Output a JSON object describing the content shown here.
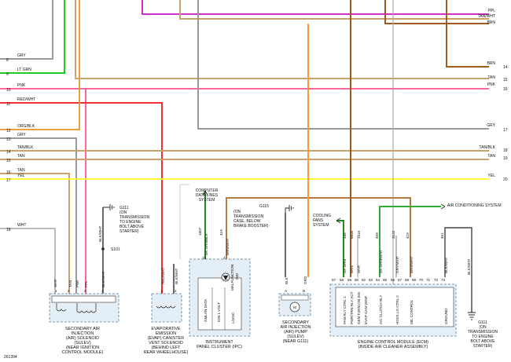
{
  "diagram_id": "261394",
  "colors": {
    "PPL": "#cc33cc",
    "TAN/WHT": "#c9a26c",
    "BRN": "#a05a1c",
    "GRY": "#999999",
    "LT GRN": "#22cc22",
    "TAN": "#c9a26c",
    "PNK": "#ff6699",
    "RED/WHT": "#ee3333",
    "ORG/BLK": "#e8a040",
    "TAN/BLK": "#c9a26c",
    "YEL": "#ffff33",
    "WHT": "#bbbbbb",
    "BLK": "#444444",
    "DK GRN": "#228822",
    "BRN/WHT": "#b47a40",
    "DK GRN/WHT": "#33aa33",
    "ORG": "#ff9933"
  },
  "connector_labels": {
    "top": [
      "PPL",
      "TAN/WHT",
      "BRN"
    ],
    "left": [
      {
        "pin": "8",
        "color": "GRY"
      },
      {
        "pin": "9",
        "color": "LT GRN"
      },
      {
        "pin": "10",
        "color": "PNK"
      },
      {
        "pin": "11",
        "color": "RED/WHT"
      },
      {
        "pin": "12",
        "color": "ORG/BLK"
      },
      {
        "pin": "13",
        "color": "GRY"
      },
      {
        "pin": "14",
        "color": "TAN/BLK"
      },
      {
        "pin": "15",
        "color": "TAN"
      },
      {
        "pin": "16",
        "color": "TAN"
      },
      {
        "pin": "17",
        "color": "YEL"
      },
      {
        "pin": "18",
        "color": "WHT"
      }
    ],
    "right": [
      {
        "pin": "14",
        "color": "BRN"
      },
      {
        "pin": "15",
        "color": "TAN"
      },
      {
        "pin": "16",
        "color": "PNK"
      },
      {
        "pin": "17",
        "color": "GRY"
      },
      {
        "pin": "18",
        "color": "TAN/BLK"
      },
      {
        "pin": "19",
        "color": "TAN"
      },
      {
        "pin": "20",
        "color": "YEL"
      }
    ]
  },
  "grounds": {
    "g111_top": [
      "G111",
      "(ON",
      "TRANSMISSION",
      "TO ENGINE",
      "BOLT ABOVE",
      "STARTER)"
    ],
    "g115": [
      "G115",
      "(ON",
      "TRANSMISSION",
      "CASE, BELOW",
      "BRAKE BOOSTER)"
    ],
    "g111_bottom": [
      "G111",
      "(ON",
      "TRANSMISSION",
      "TO ENGINE",
      "BOLT ABOVE",
      "STARTER)"
    ]
  },
  "splice": "S101",
  "notes": {
    "computer_data": [
      "COMPUTER",
      "DATA LINES",
      "SYSTEM"
    ],
    "cooling_fans": [
      "COOLING",
      "FANS",
      "SYSTEM"
    ],
    "air_conditioning": "AIR CONDITIONING SYSTEM"
  },
  "components": {
    "sair_solenoid": {
      "caption": [
        "SECONDARY AIR",
        "INJECTION",
        "(AIR) SOLENOID",
        "(SULEV)",
        "(NEAR IGNITION",
        "CONTROL MODULE)"
      ],
      "pins": [
        "1",
        "2",
        "3",
        "4"
      ],
      "wires": [
        "WHT",
        "TAN",
        "PNK",
        "PPL",
        "BLK/WHT"
      ]
    },
    "evap_solenoid": {
      "caption": [
        "EVAPORATIVE",
        "EMISSION",
        "(EVAP) CANISTER",
        "VENT SOLENOID",
        "(BEHIND LEFT",
        "REAR WHEELHOUSE)"
      ],
      "pins": [
        "1",
        "2"
      ],
      "wires": [
        "RED/WHT",
        "BLK/WHT"
      ]
    },
    "ipc": {
      "caption": [
        "INSTRUMENT",
        "PANEL CLUSTER (IPC)"
      ],
      "pins": [
        "10",
        "4"
      ],
      "wires": [
        "DK GRN/BLK",
        "BRN/WHT"
      ],
      "circuit_numbers": [
        "1807",
        "419"
      ],
      "inner_labels": [
        "MALFUNCTION",
        "IND",
        "GMLAN DATA",
        "IGN 1 VOLT",
        "LOGIC"
      ]
    },
    "air_pump": {
      "caption": [
        "SECONDARY",
        "AIR INJECTION",
        "(AIR) PUMP",
        "(SULEV)",
        "(NEAR G111)"
      ],
      "pins": [
        "A",
        "B"
      ],
      "wires": [
        "BLK",
        "ORG"
      ]
    },
    "ecm": {
      "caption": [
        "ENGINE CONTROL MODULE (ECM)",
        "(INSIDE AIR CLEANER ASSEMBLY)"
      ],
      "pins": [
        "57",
        "58",
        "59",
        "60",
        "62",
        "63",
        "64",
        "65",
        "66",
        "67",
        "68",
        "69",
        "70",
        "71",
        "72",
        "73"
      ],
      "wires": [
        "DK GRN",
        "BRN",
        "WHT",
        "DK GRN/WHT",
        "GRY/WHT",
        "BRN/WHT",
        "BLK/WHT"
      ],
      "circuit_numbers": [
        "335",
        "6605",
        "1310",
        "459",
        "3122",
        "419",
        "451"
      ],
      "function_labels": [
        "FAN RLY CTRL 1",
        "PWR/TRN RLY ACT",
        "GEN TURN ON SIG",
        "EVAP CAN VENT",
        "A/C CLUTCH RLY",
        "HO2S LO CTRL 2",
        "MIL CONTROL",
        "GROUND"
      ]
    }
  }
}
